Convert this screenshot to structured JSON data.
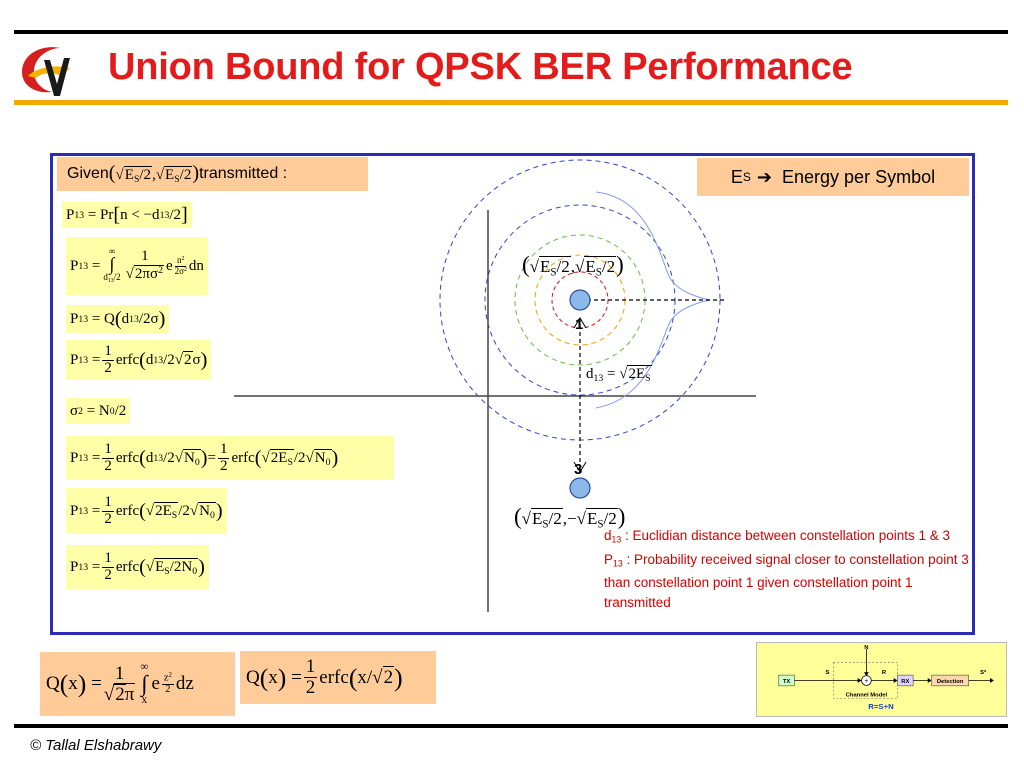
{
  "slide": {
    "title": "Union Bound for QPSK BER Performance",
    "footer": "© Tallal Elshabrawy"
  },
  "given": {
    "prefix": "Given ",
    "suffix": " transmitted :"
  },
  "legend": {
    "es_symbol": "E",
    "es_sub": "S",
    "arrow": "➔",
    "description": "Energy per Symbol"
  },
  "equations": {
    "p13": "P",
    "p13_sub": "13",
    "pr": "Pr",
    "n_lt": "n < −d",
    "over2": "/2",
    "eq": "=",
    "one": "1",
    "two": "2",
    "inf": "∞",
    "lower_limit": "d13/2",
    "sqrt_2pi_sigma2": "2πσ",
    "exp_e": "e",
    "exp_n2": "n²",
    "exp_2s2": "2σ²",
    "dn": "dn",
    "q": "Q",
    "d13_2sigma": "d13/2σ",
    "erfc": "erfc",
    "sigma2": "σ",
    "n0": "N",
    "two_es": "2E",
    "es": "E"
  },
  "diagram": {
    "point1_label": "1",
    "point3_label": "3",
    "distance_label": "d",
    "distance_sub": "13"
  },
  "notes": {
    "line1_sym": "d",
    "line1_sub": "13",
    "line1_text": " : Euclidian distance between constellation points 1 & 3",
    "line2_sym": "P",
    "line2_sub": "13",
    "line2_text": " : Probability received signal closer to constellation point 3 than constellation point 1 given constellation point 1 transmitted"
  },
  "qfunc": {
    "q_of_x": "Q(x)",
    "eq": "=",
    "one": "1",
    "sqrt2pi": "2π",
    "inf": "∞",
    "x": "x",
    "e": "e",
    "z2": "z²",
    "two": "2",
    "dz": "dz",
    "erfc": "erfc",
    "x_over": "x",
    "sqrt2": "2"
  },
  "channel": {
    "tx": "TX",
    "rx": "RX",
    "detection": "Detection",
    "s": "S",
    "n": "N",
    "r": "R",
    "s_hat": "S*",
    "plus": "+",
    "model_label": "Channel Model",
    "equation": "R=S+N"
  },
  "colors": {
    "title": "#e41b1b",
    "rule": "#f2a900",
    "panel_border": "#2b2bb5",
    "eq_bg": "#ffffa8",
    "peach": "#ffcc99",
    "note_text": "#d40000"
  }
}
